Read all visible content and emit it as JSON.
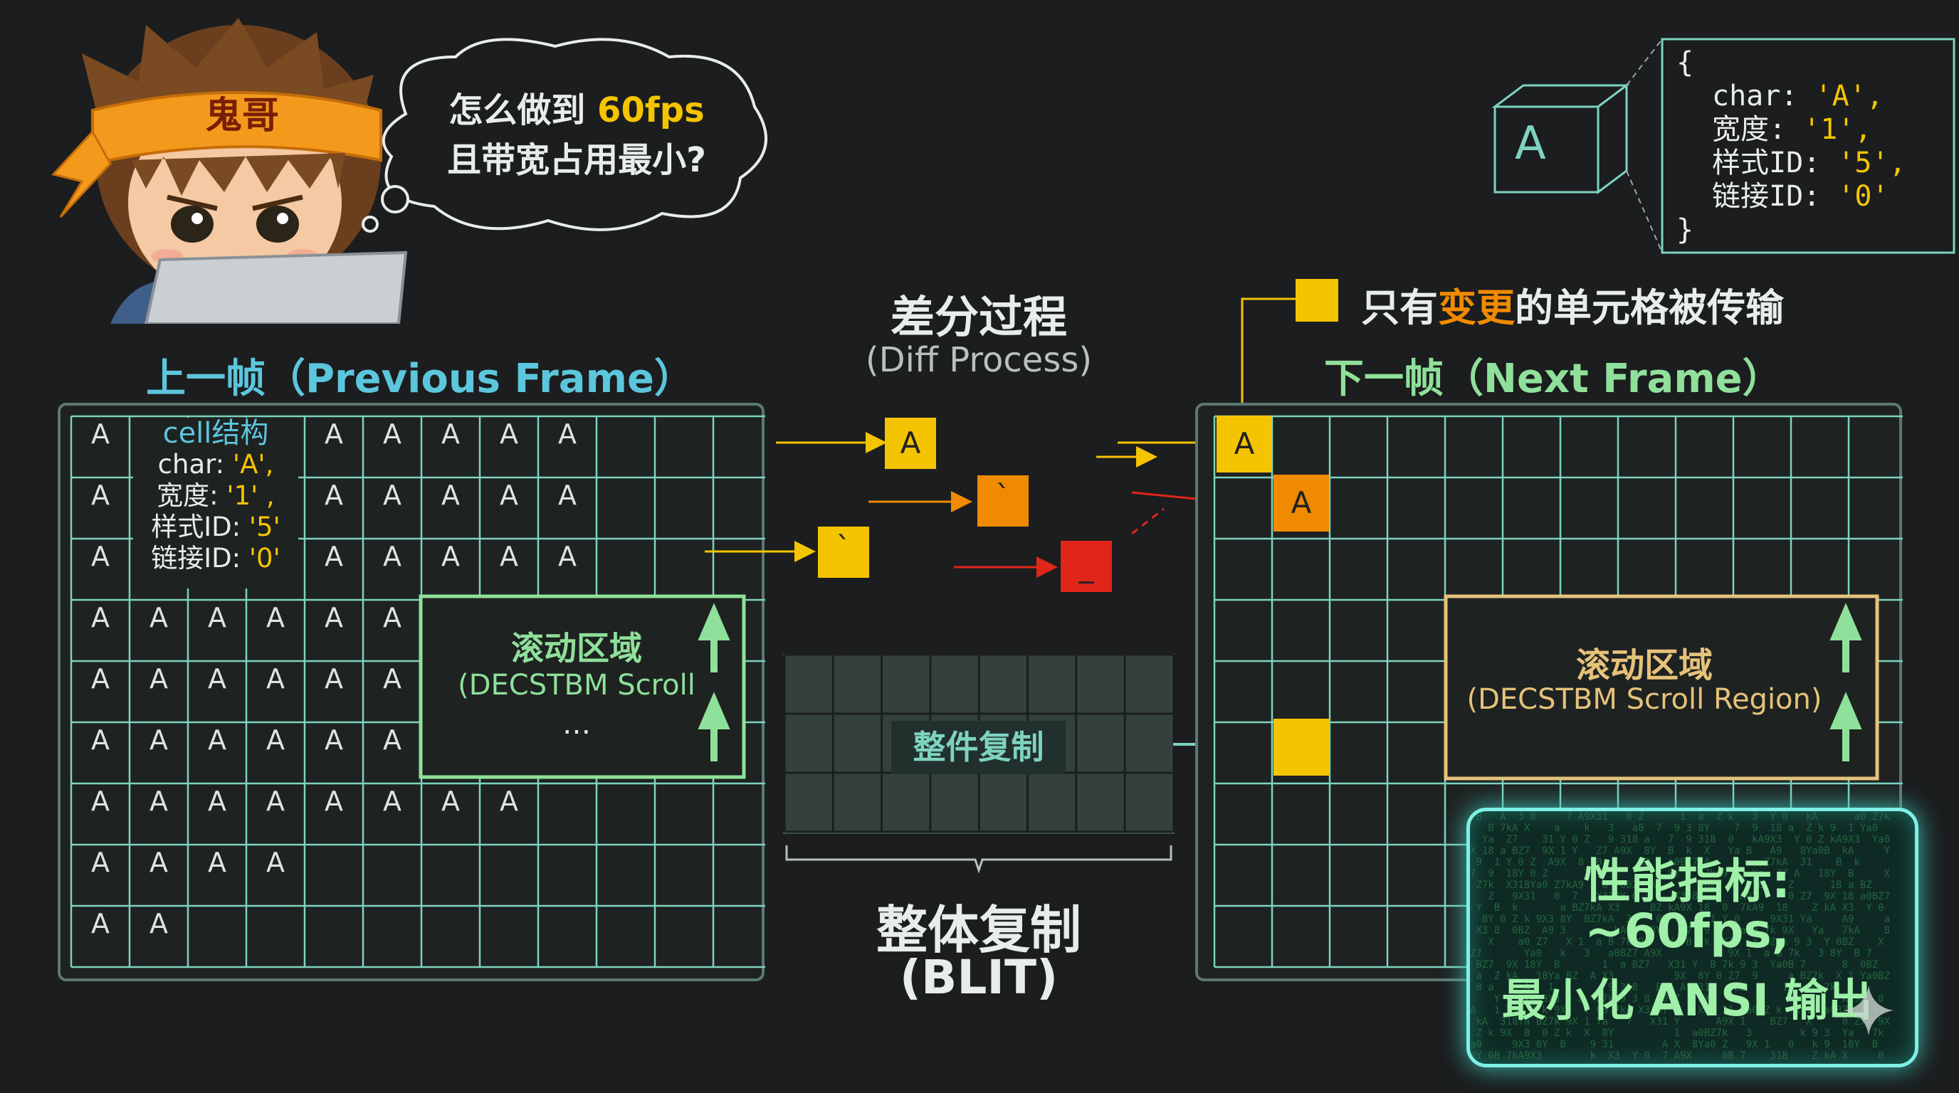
{
  "character": {
    "headband_text": "鬼哥"
  },
  "thought_bubble": {
    "line1_prefix": "怎么做到 ",
    "line1_highlight": "60fps",
    "line2": "且带宽占用最小?"
  },
  "cell_info": {
    "glyph": "A",
    "code_open": "{",
    "line1_key": "char: ",
    "line1_val": "'A',",
    "line2_key": "宽度: ",
    "line2_val": "'1',",
    "line3_key": "样式ID: ",
    "line3_val": "'5',",
    "line4_key": "链接ID: ",
    "line4_val": "'0'",
    "code_close": "}"
  },
  "legend": {
    "prefix": "只有",
    "highlight": "变更",
    "suffix": "的单元格被传输"
  },
  "diff": {
    "title": "差分过程",
    "subtitle": "(Diff Process)",
    "cell_a": "A",
    "cell_backtick1": "`",
    "cell_backtick2": "`",
    "cell_underscore": "_"
  },
  "prev_frame": {
    "title": "上一帧（Previous Frame）",
    "cell_title": "cell结构",
    "cell_l1_key": "char: ",
    "cell_l1_val": "'A',",
    "cell_l2_key": "宽度: ",
    "cell_l2_val": "'1' ,",
    "cell_l3_key": "样式ID: ",
    "cell_l3_val": "'5'",
    "cell_l4_key": "链接ID: ",
    "cell_l4_val": "'0'",
    "scroll_title": "滚动区域",
    "scroll_sub": "(DECSTBM Scroll",
    "scroll_more": "…",
    "glyph": "A"
  },
  "next_frame": {
    "title": "下一帧（Next Frame）",
    "cell_a1": "A",
    "cell_a2": "A",
    "scroll_title": "滚动区域",
    "scroll_sub": "(DECSTBM Scroll Region)"
  },
  "blit": {
    "label_inner": "整件复制",
    "title": "整体复制",
    "subtitle": "(BLIT)"
  },
  "metrics": {
    "line1": "性能指标:",
    "line2": "~60fps,",
    "line3": "最小化 ANSI 输出"
  },
  "colors": {
    "yellow": "#f5c400",
    "orange": "#f08a00",
    "red": "#e0261a",
    "grid": "#7dd3c0",
    "metric_glow": "#7ff0e6"
  }
}
